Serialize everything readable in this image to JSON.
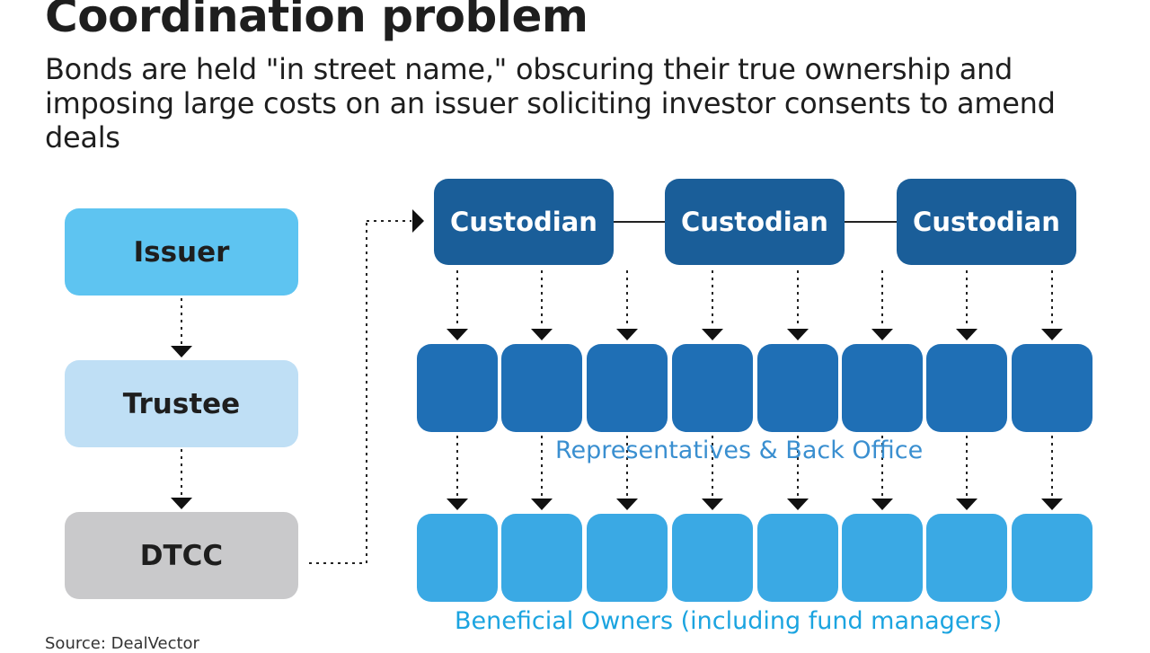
{
  "header": {
    "title": "Coordination problem",
    "subtitle": "Bonds are held \"in street name,\" obscuring their true ownership and imposing large costs on an issuer soliciting investor consents to amend deals"
  },
  "chain": {
    "issuer": "Issuer",
    "trustee": "Trustee",
    "dtcc": "DTCC"
  },
  "custodians": [
    "Custodian",
    "Custodian",
    "Custodian"
  ],
  "representatives_label": "Representatives & Back Office",
  "owners_label": "Beneficial Owners (including fund managers)",
  "source": "Source: DealVector",
  "colors": {
    "issuer": "#5ec4f1",
    "trustee": "#bfdff5",
    "dtcc": "#c9c9cb",
    "custodian": "#1a5e99",
    "representative": "#1f6fb5",
    "owner": "#3aa9e4"
  }
}
